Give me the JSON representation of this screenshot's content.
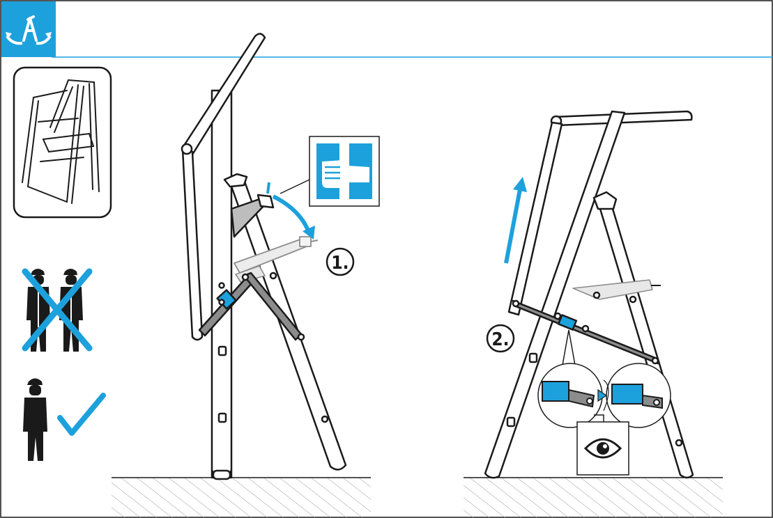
{
  "header": {
    "accent_color": "#1da1dc",
    "icon": "unfold-ladder-icon"
  },
  "steps": [
    {
      "label": "1.",
      "action": "fold-hinge-down"
    },
    {
      "label": "2.",
      "action": "lift-handle-lock-brace"
    }
  ],
  "icons": {
    "thumbnail": "folded-ladder-thumbnail",
    "hand": "grip-hand-icon",
    "two_persons": "two-persons-crossed-icon",
    "one_person": "one-person-allowed-icon",
    "check": "check-mark-icon",
    "inspect": "eye-icon"
  },
  "colors": {
    "line": "#1a1a1a",
    "accent": "#1da1dc",
    "brace": "#8c8c8c",
    "ground_hatch": "#9a9a9a"
  }
}
